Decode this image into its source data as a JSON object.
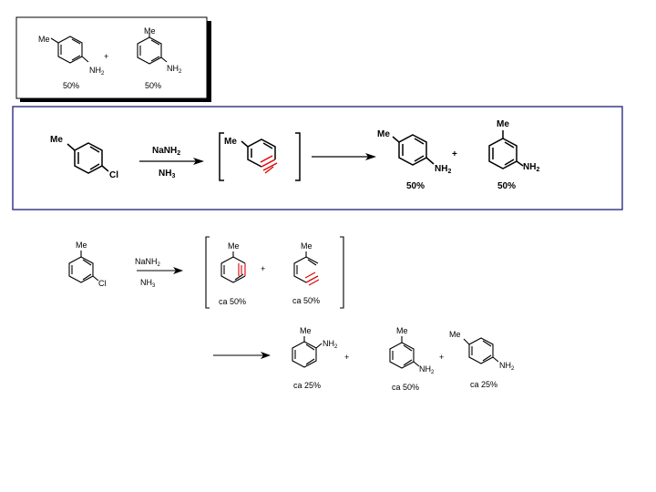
{
  "labels": {
    "me": "Me",
    "nh2": "NH",
    "nh2_sub": "2",
    "cl": "Cl",
    "plus": "+",
    "reagent_top": "NaNH",
    "reagent_top_sub": "2",
    "reagent_bottom": "NH",
    "reagent_bottom_sub": "3"
  },
  "box1": {
    "yield_para": "50%",
    "yield_meta": "50%"
  },
  "box2": {
    "yield_para": "50%",
    "yield_meta": "50%"
  },
  "scheme3": {
    "aryne_a_yield": "ca 50%",
    "aryne_b_yield": "ca 50%",
    "ortho_yield": "ca 25%",
    "meta_yield": "ca 50%",
    "para_yield": "ca 25%"
  },
  "colors": {
    "box2_border": "#3a3a8c",
    "triple_bond": "#e00000"
  }
}
